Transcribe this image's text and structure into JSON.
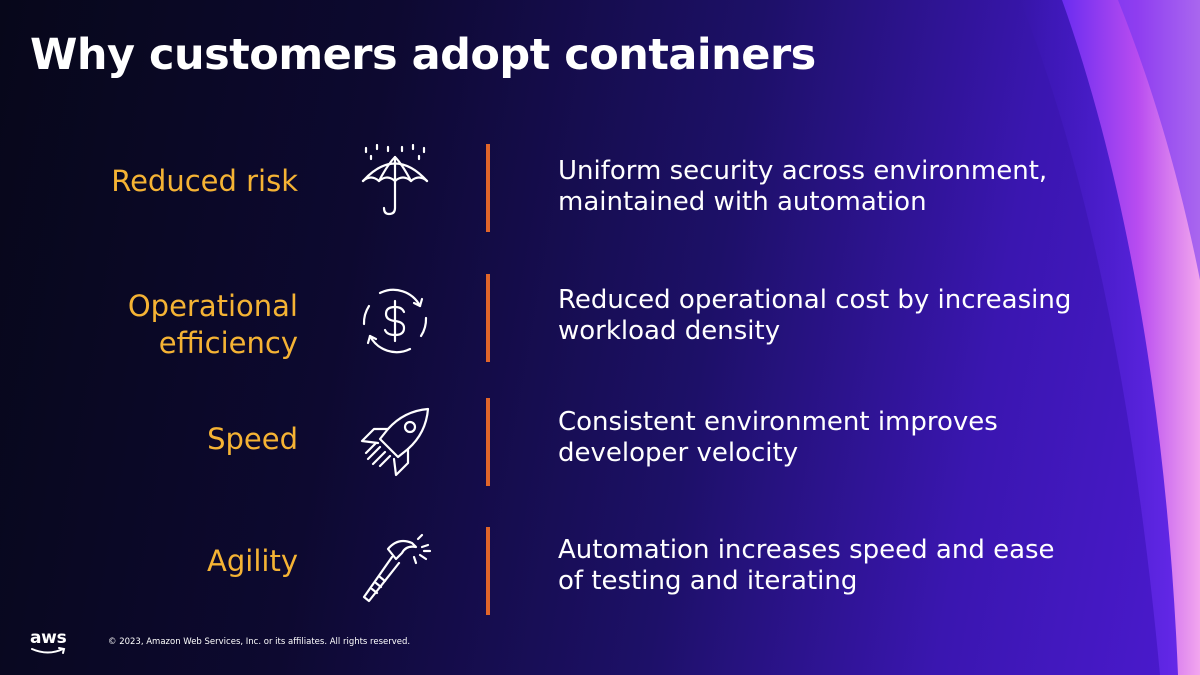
{
  "slide": {
    "title": "Why customers adopt containers",
    "rows": [
      {
        "label": "Reduced risk",
        "icon": "umbrella-icon",
        "description_lines": [
          "Uniform security across environment,",
          "maintained with automation"
        ]
      },
      {
        "label_lines": [
          "Operational",
          "efficiency"
        ],
        "icon": "dollar-cycle-icon",
        "description_lines": [
          "Reduced operational cost by increasing",
          "workload density"
        ]
      },
      {
        "label": "Speed",
        "icon": "rocket-icon",
        "description_lines": [
          "Consistent environment improves",
          "developer velocity"
        ]
      },
      {
        "label": "Agility",
        "icon": "hammer-icon",
        "description_lines": [
          "Automation increases speed and ease",
          "of testing and iterating"
        ]
      }
    ]
  },
  "footer": {
    "logo_text": "aws",
    "copyright": "© 2023, Amazon Web Services, Inc. or its affiliates. All rights reserved."
  },
  "colors": {
    "label": "#f5b334",
    "divider": "#e0652a",
    "text": "#ffffff",
    "background_dark": "#07071a",
    "background_accent": "#4c1ad0"
  }
}
